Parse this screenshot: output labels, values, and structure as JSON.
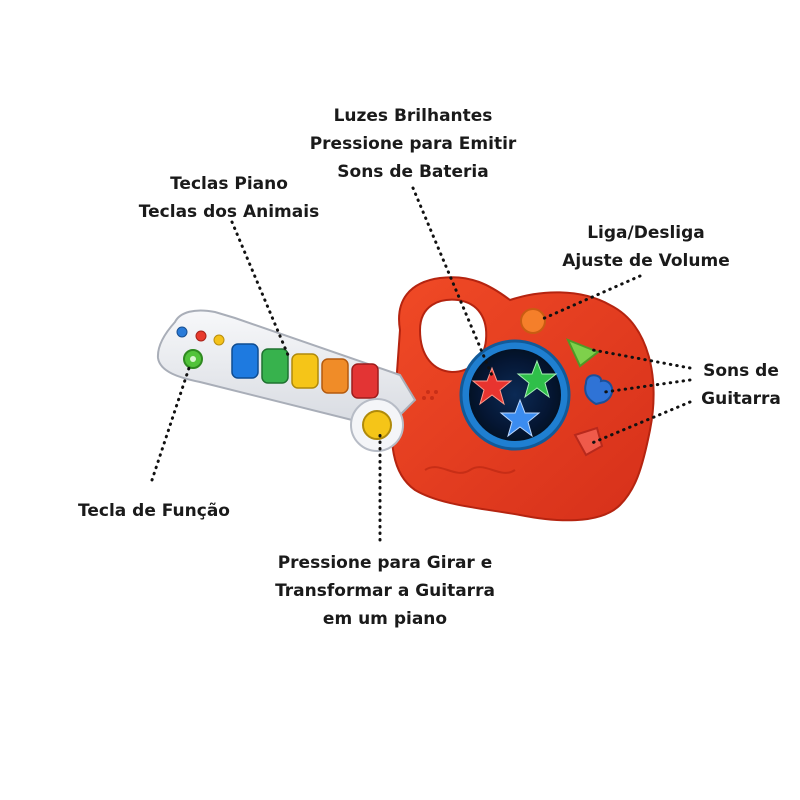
{
  "image": {
    "subject": "toy guitar with labeled features"
  },
  "callouts": {
    "luzes": {
      "line1": "Luzes Brilhantes",
      "line2": "Pressione para Emitir",
      "line3": "Sons de Bateria"
    },
    "teclas": {
      "line1": "Teclas Piano",
      "line2": "Teclas dos Animais"
    },
    "liga": {
      "line1": "Liga/Desliga",
      "line2": "Ajuste de Volume"
    },
    "sons": {
      "line1": "Sons de",
      "line2": "Guitarra"
    },
    "funcao": {
      "line1": "Tecla de Função"
    },
    "girar": {
      "line1": "Pressione para Girar e",
      "line2": "Transformar a Guitarra",
      "line3": "em um piano"
    }
  },
  "colors": {
    "body": "#e8361b",
    "body_dark": "#c42a12",
    "neck": "#eceef2",
    "dial": "#1f7fd1",
    "key_colors": [
      "#1e7ae0",
      "#37b24d",
      "#f5c518",
      "#f08c28",
      "#e33434"
    ]
  }
}
